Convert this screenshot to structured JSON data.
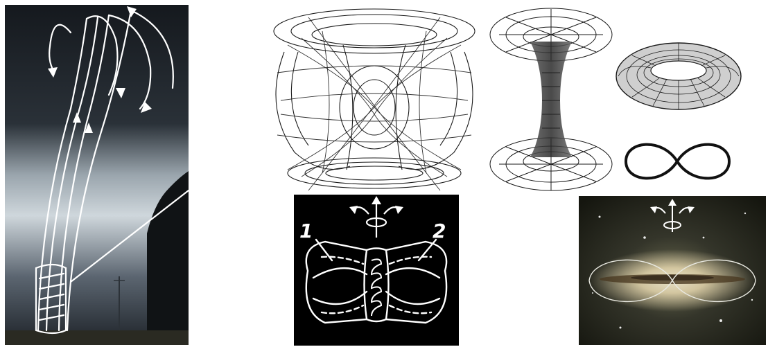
{
  "figure": {
    "panels": [
      {
        "id": "tornado-photo",
        "kind": "photo with hand-drawn vortex flow arrows"
      },
      {
        "id": "toroidal-vortex-wireframe",
        "kind": "wireframe sketch"
      },
      {
        "id": "wormhole-wireframe",
        "kind": "wireframe sketch"
      },
      {
        "id": "torus-wireframe",
        "kind": "wireframe sketch"
      },
      {
        "id": "infinity-loop",
        "kind": "figure-eight curve"
      },
      {
        "id": "vortex-cross-section",
        "kind": "schematic"
      },
      {
        "id": "galaxy-photo",
        "kind": "photo with figure-eight overlay"
      }
    ],
    "schematic_labels": {
      "left": "1",
      "right": "2"
    }
  },
  "colors": {
    "ink": "#1a1a1a",
    "panel_black": "#000000",
    "overlay_white": "#ffffff",
    "storm_dark": "#1c2128",
    "storm_mid": "#6b7682",
    "storm_light": "#c7d0d6",
    "galaxy_core": "#e8d9b0",
    "space": "#1b1d16"
  }
}
